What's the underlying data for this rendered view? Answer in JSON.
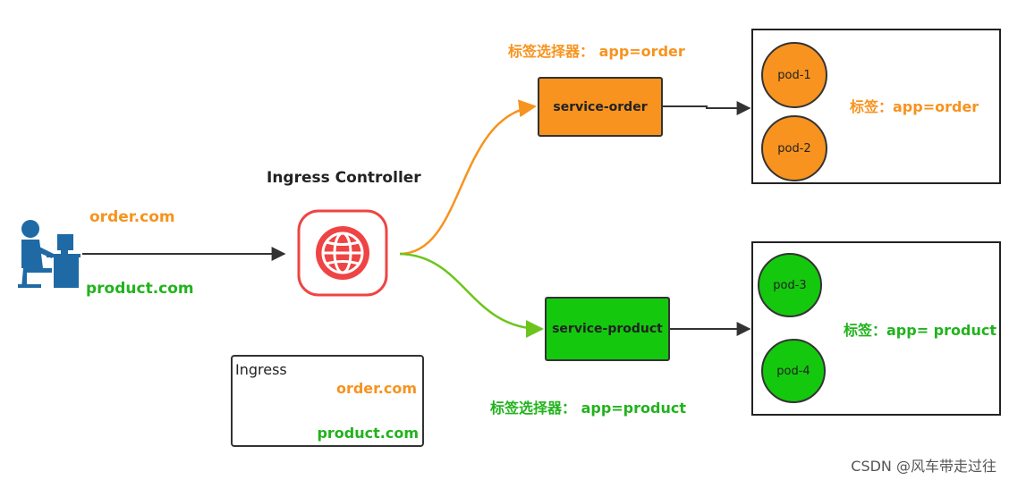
{
  "diagram": {
    "client": {
      "domain_order": "order.com",
      "domain_product": "product.com"
    },
    "ingress_controller": {
      "title": "Ingress Controller"
    },
    "services": {
      "order": {
        "name": "service-order",
        "selector_label": "标签选择器： app=order",
        "color": "#f7931e"
      },
      "product": {
        "name": "service-product",
        "selector_label": "标签选择器： app=product",
        "color": "#22c414"
      }
    },
    "pod_groups": {
      "order": {
        "pods": [
          "pod-1",
          "pod-2"
        ],
        "label": "标签：app=order"
      },
      "product": {
        "pods": [
          "pod-3",
          "pod-4"
        ],
        "label": "标签：app= product"
      }
    },
    "ingress_resource": {
      "title": "Ingress",
      "rule_order": "order.com",
      "rule_product": "product.com"
    }
  },
  "watermark": "CSDN @风车带走过往",
  "colors": {
    "orange": "#f7931e",
    "green": "#22c414",
    "globe_red": "#ef4444",
    "user_blue": "#1f6aa5"
  }
}
